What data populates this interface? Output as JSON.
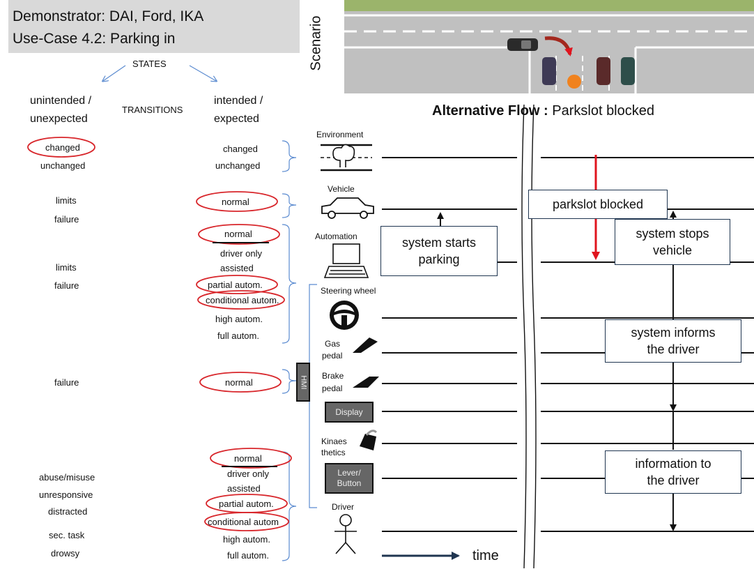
{
  "header": {
    "title_line1": "Demonstrator: DAI, Ford, IKA",
    "title_line2": "Use-Case 4.2: Parking in",
    "bg": "#d9d9d9"
  },
  "scenario_label": "Scenario",
  "flow_title": {
    "bold": "Alternative Flow :",
    "rest": " Parkslot blocked"
  },
  "states_label": "STATES",
  "transitions_label": "TRANSITIONS",
  "col_unintended": {
    "line1": "unintended /",
    "line2": "unexpected"
  },
  "col_intended": {
    "line1": "intended /",
    "line2": "expected"
  },
  "left_states": {
    "environment": [
      "changed",
      "unchanged"
    ],
    "vehicle": [
      "limits",
      "failure"
    ],
    "automation": [
      "limits",
      "failure"
    ],
    "hmi": [
      "failure"
    ],
    "driver": [
      "abuse/misuse",
      "unresponsive",
      "distracted",
      "sec. task",
      "drowsy"
    ]
  },
  "right_states": {
    "environment": [
      "changed",
      "unchanged"
    ],
    "vehicle": [
      "normal"
    ],
    "automation": [
      "normal",
      "driver only",
      "assisted",
      "partial autom.",
      "conditional autom.",
      "high autom.",
      "full autom."
    ],
    "hmi": [
      "normal"
    ],
    "driver": [
      "normal",
      "driver only",
      "assisted",
      "partial autom.",
      "conditional autom",
      "high autom.",
      "full autom."
    ]
  },
  "lanes": {
    "environment": "Environment",
    "vehicle": "Vehicle",
    "automation": "Automation",
    "steering": "Steering  wheel",
    "gas": {
      "line1": "Gas",
      "line2": "pedal"
    },
    "brake": {
      "line1": "Brake",
      "line2": "pedal"
    },
    "display": "Display",
    "kinaesthetics": {
      "line1": "Kinaes",
      "line2": "thetics"
    },
    "lever": {
      "line1": "Lever/",
      "line2": "Button"
    },
    "driver": "Driver",
    "hmi": "HMI"
  },
  "events": {
    "starts": {
      "line1": "system starts",
      "line2": "parking"
    },
    "blocked": "parkslot blocked",
    "stops": {
      "line1": "system stops",
      "line2": "vehicle"
    },
    "informs": {
      "line1": "system informs",
      "line2": "the driver"
    },
    "information": {
      "line1": "information to",
      "line2": "the driver"
    }
  },
  "time_label": "time",
  "colors": {
    "accent_red": "#e0141e",
    "ellipse_red": "#d8262b",
    "navy": "#1f3550",
    "road": "#c0c0c0",
    "grass": "#9bb46b"
  }
}
